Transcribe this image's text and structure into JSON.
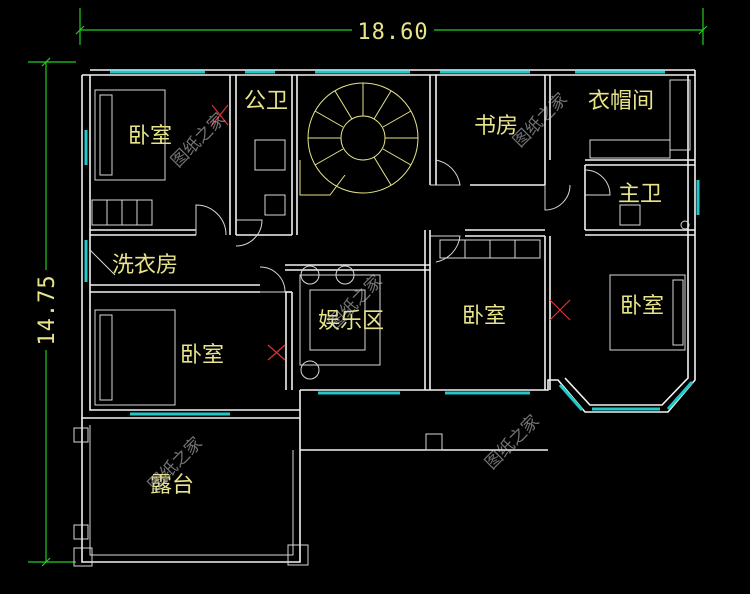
{
  "dimensions": {
    "width_label": "18.60",
    "height_label": "14.75"
  },
  "rooms": {
    "bedroom_nw": "卧室",
    "public_bath": "公卫",
    "study": "书房",
    "cloakroom": "衣帽间",
    "master_bath": "主卫",
    "laundry": "洗衣房",
    "bedroom_sw": "卧室",
    "entertainment": "娱乐区",
    "bedroom_center": "卧室",
    "bedroom_e": "卧室",
    "terrace": "露台"
  },
  "watermark": "图纸之家",
  "colors": {
    "background": "#000000",
    "walls": "#f2f2f2",
    "windows": "#22c7c7",
    "dimension_lines": "#22cc22",
    "labels": "#e8e48a"
  }
}
